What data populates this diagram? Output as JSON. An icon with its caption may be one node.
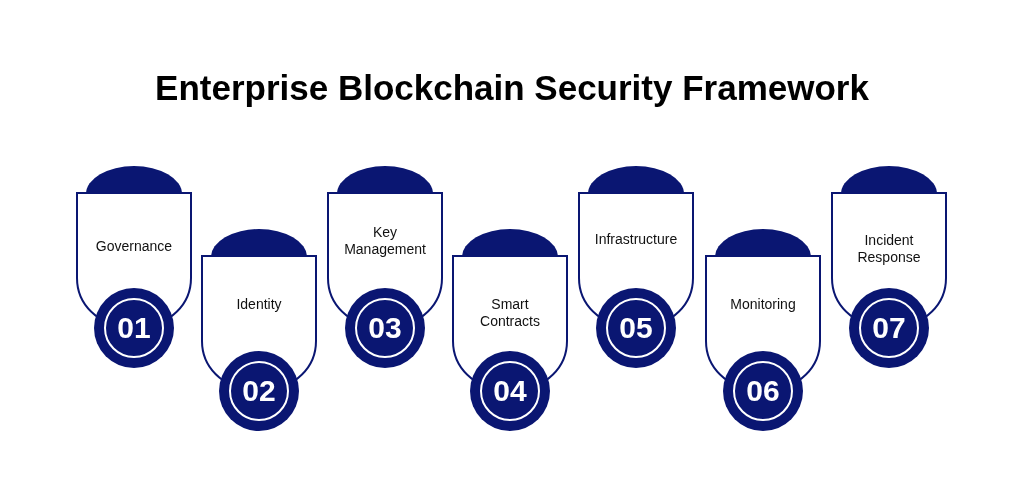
{
  "diagram": {
    "title": "Enterprise Blockchain Security Framework",
    "nodes": [
      {
        "text": [
          "Governance",
          "01"
        ]
      },
      {
        "text": [
          "Identity",
          "02"
        ]
      },
      {
        "text": [
          "Key Management",
          "03"
        ]
      },
      {
        "text": [
          "Smart Contracts",
          "04"
        ]
      },
      {
        "text": [
          "Infrastructure",
          "05"
        ]
      },
      {
        "text": [
          "Monitoring",
          "06"
        ]
      },
      {
        "text": [
          "Incident Response",
          "07"
        ]
      }
    ]
  }
}
